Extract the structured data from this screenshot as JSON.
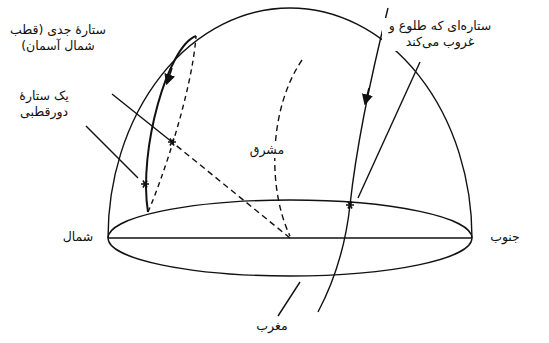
{
  "diagram": {
    "labels": [
      "ستارهٔ جدی (قطب شمال آسمان)",
      "یک ستارهٔ دورقطبی",
      "شمال",
      "مشرق",
      "ستاره‌ای که طلوع و غروب می‌کند",
      "جنوب",
      "مغرب"
    ]
  }
}
